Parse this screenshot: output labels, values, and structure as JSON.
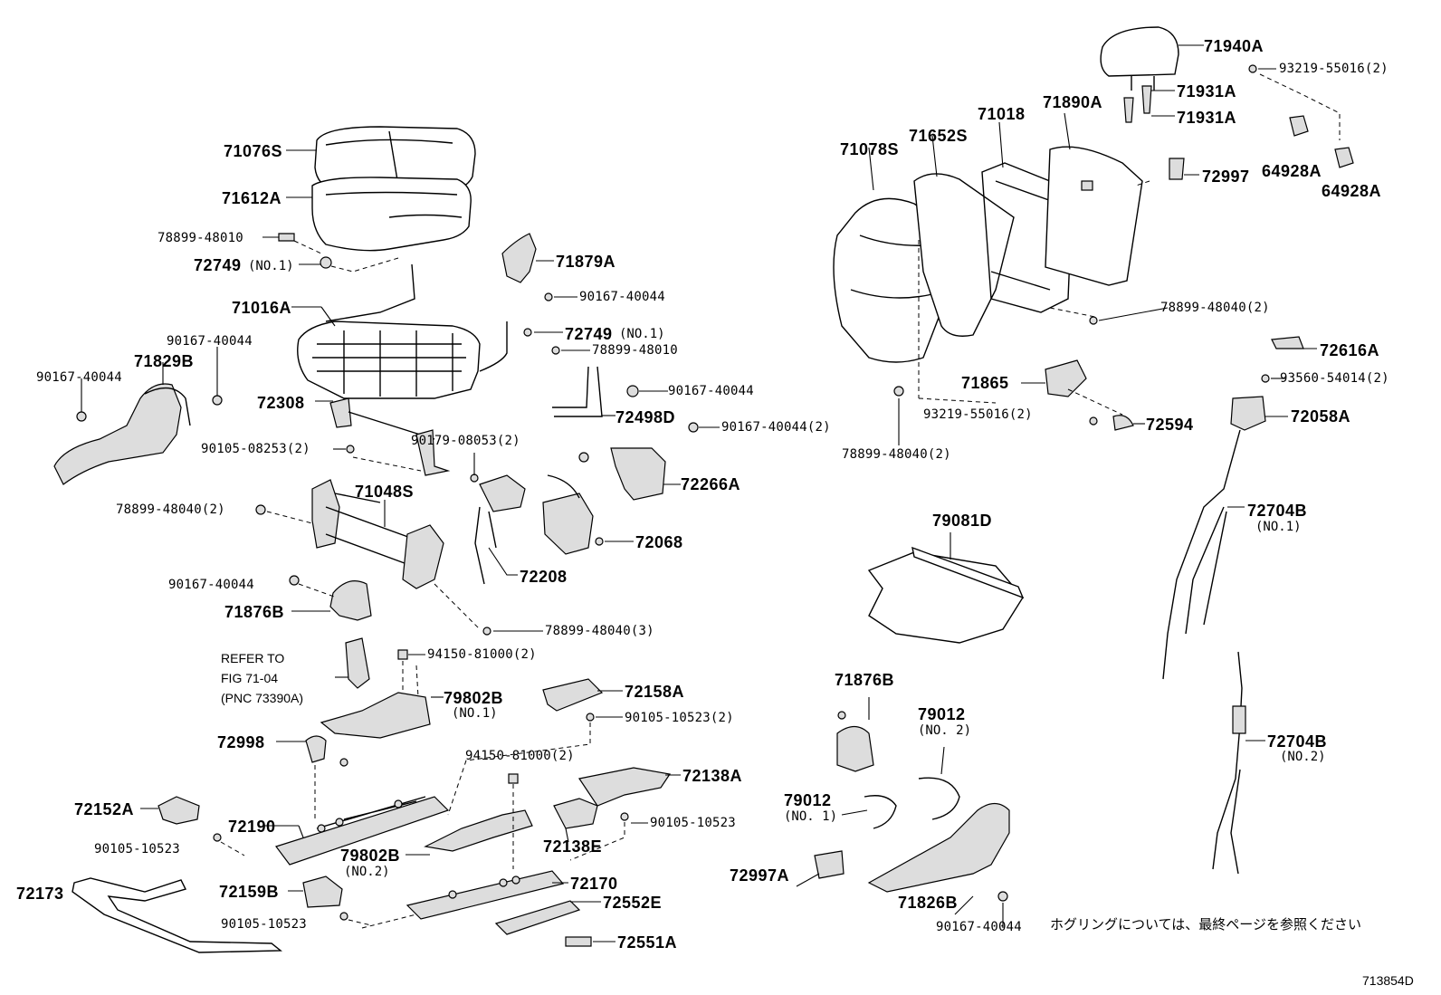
{
  "callouts": {
    "p71076S": "71076S",
    "p71612A": "71612A",
    "p78899_48010_a": "78899-48010",
    "p72749_no1_a": "72749",
    "p72749_no1_a_q": "(NO.1)",
    "p71016A": "71016A",
    "p71879A": "71879A",
    "p90167_40044_a": "90167-40044",
    "p72749_no1_b": "72749",
    "p72749_no1_b_q": "(NO.1)",
    "p78899_48010_b": "78899-48010",
    "p90167_40044_b": "90167-40044",
    "p71829B": "71829B",
    "p90167_40044_c": "90167-40044",
    "p90167_40044_d": "90167-40044",
    "p72308": "72308",
    "p72498D": "72498D",
    "p90105_08253": "90105-08253(2)",
    "p90179_08053": "90179-08053(2)",
    "p90167_40044_e": "90167-40044(2)",
    "p72266A": "72266A",
    "p78899_48040_a": "78899-48040(2)",
    "p71048S": "71048S",
    "p72068": "72068",
    "p72208": "72208",
    "p90167_40044_f": "90167-40044",
    "p71876B_a": "71876B",
    "p78899_48040_b": "78899-48040(3)",
    "p94150_81000_a": "94150-81000(2)",
    "p79802B_no1": "79802B",
    "p79802B_no1_q": "(NO.1)",
    "p72158A": "72158A",
    "p90105_10523_a": "90105-10523(2)",
    "p72998": "72998",
    "p94150_81000_b": "94150-81000(2)",
    "p72138A": "72138A",
    "p72152A": "72152A",
    "p72190": "72190",
    "p90105_10523_b": "90105-10523",
    "p90105_10523_c": "90105-10523",
    "p79802B_no2": "79802B",
    "p79802B_no2_q": "(NO.2)",
    "p72138E": "72138E",
    "p72173": "72173",
    "p72159B": "72159B",
    "p72170": "72170",
    "p72552E": "72552E",
    "p90105_10523_d": "90105-10523",
    "p72551A": "72551A",
    "p71940A": "71940A",
    "p93219_55016_a": "93219-55016(2)",
    "p71931A_a": "71931A",
    "p71931A_b": "71931A",
    "p71018": "71018",
    "p71890A": "71890A",
    "p71652S": "71652S",
    "p71078S": "71078S",
    "p72997": "72997",
    "p64928A_a": "64928A",
    "p64928A_b": "64928A",
    "p78899_48040_c": "78899-48040(2)",
    "p72616A": "72616A",
    "p71865": "71865",
    "p93560_54014": "93560-54014(2)",
    "p72058A": "72058A",
    "p93219_55016_b": "93219-55016(2)",
    "p72594": "72594",
    "p78899_48040_d": "78899-48040(2)",
    "p72704B_no1": "72704B",
    "p72704B_no1_q": "(NO.1)",
    "p79081D": "79081D",
    "p71876B_b": "71876B",
    "p79012_no2": "79012",
    "p79012_no2_q": "(NO. 2)",
    "p79012_no1": "79012",
    "p79012_no1_q": "(NO. 1)",
    "p72704B_no2": "72704B",
    "p72704B_no2_q": "(NO.2)",
    "p72997A": "72997A",
    "p71826B": "71826B",
    "p90167_40044_g": "90167-40044"
  },
  "refer_note": {
    "line1": "REFER TO",
    "line2": "FIG 71-04",
    "line3": "(PNC 73390A)"
  },
  "footer_note_jp": "ホグリングについては、最終ページを参照ください",
  "illustration_code": "713854D"
}
